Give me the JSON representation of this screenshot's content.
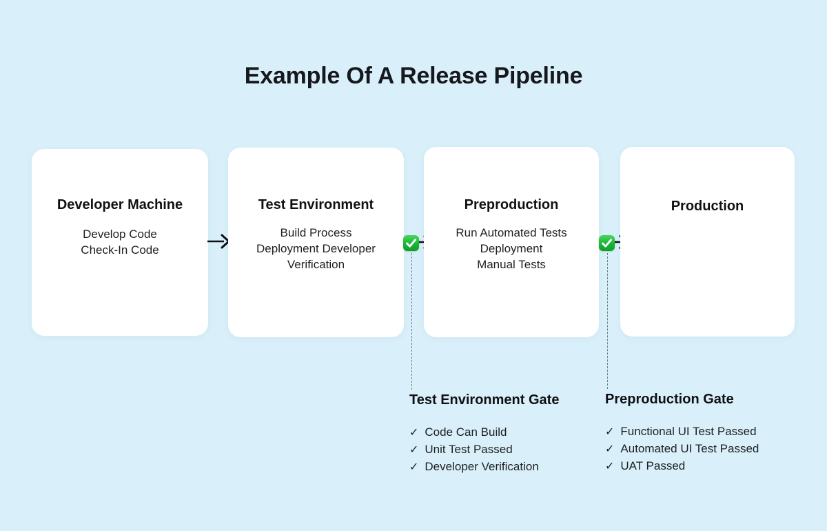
{
  "title": "Example Of A Release Pipeline",
  "theme": {
    "background": "#d9f0fa",
    "card_background": "#ffffff",
    "text_color": "#101114",
    "badge_green": "#17b733",
    "arrow_color": "#101114",
    "dash_color": "#6a7f88"
  },
  "stages": [
    {
      "name": "Developer Machine",
      "lines": [
        "Develop Code",
        "Check-In Code"
      ],
      "body": "Develop Code\nCheck-In Code"
    },
    {
      "name": "Test Environment",
      "lines": [
        "Build Process",
        "Deployment Developer",
        "Verification"
      ],
      "body": "Build Process\nDeployment Developer\nVerification"
    },
    {
      "name": "Preproduction",
      "lines": [
        "Run Automated Tests",
        "Deployment",
        "Manual Tests"
      ],
      "body": "Run Automated Tests\nDeployment\nManual Tests"
    },
    {
      "name": "Production",
      "lines": [],
      "body": ""
    }
  ],
  "gates": [
    {
      "title": "Test Environment Gate",
      "badge_icon": "green-check-icon",
      "check_glyph": "✓",
      "criteria": [
        "Code Can Build",
        "Unit Test Passed",
        "Developer Verification"
      ]
    },
    {
      "title": "Preproduction Gate",
      "badge_icon": "green-check-icon",
      "check_glyph": "✓",
      "criteria": [
        "Functional UI Test Passed",
        "Automated UI Test Passed",
        "UAT Passed"
      ]
    }
  ],
  "connectors": [
    {
      "name": "dev-to-test",
      "icon": "arrow-right-icon"
    },
    {
      "name": "test-to-preproduction",
      "icon": "arrow-right-icon"
    },
    {
      "name": "preproduction-to-production",
      "icon": "arrow-right-icon"
    }
  ]
}
